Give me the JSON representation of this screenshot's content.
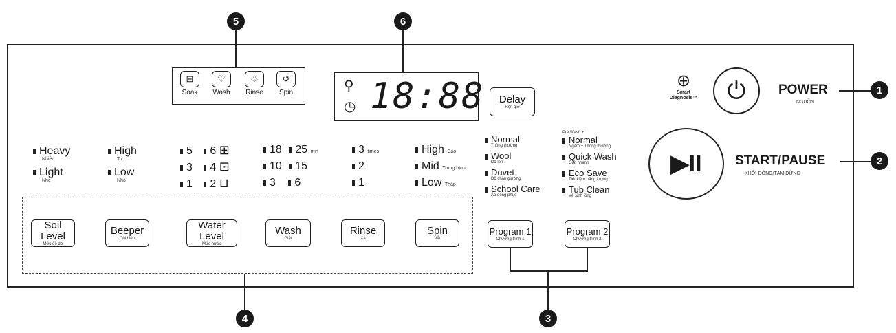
{
  "callouts": [
    "5",
    "6",
    "1",
    "2",
    "4",
    "3"
  ],
  "modes": [
    {
      "label": "Soak",
      "icon": "soak-icon",
      "glyph": "⊟"
    },
    {
      "label": "Wash",
      "icon": "wash-icon",
      "glyph": "♡"
    },
    {
      "label": "Rinse",
      "icon": "rinse-icon",
      "glyph": "♧"
    },
    {
      "label": "Spin",
      "icon": "spin-icon",
      "glyph": "↺"
    }
  ],
  "display": {
    "digits": "18:88",
    "lock_glyph": "⚲",
    "clock_glyph": "◷"
  },
  "delay": {
    "label": "Delay",
    "sub": "Hẹn giờ"
  },
  "soil": [
    {
      "label": "Heavy",
      "sub": "Nhiều"
    },
    {
      "label": "Light",
      "sub": "Nhẹ"
    }
  ],
  "beeper": [
    {
      "label": "High",
      "sub": "To"
    },
    {
      "label": "Low",
      "sub": "Nhỏ"
    }
  ],
  "water_level": [
    {
      "a": "5",
      "b": "6",
      "icon": "⊞"
    },
    {
      "a": "3",
      "b": "4",
      "icon": "⊡"
    },
    {
      "a": "1",
      "b": "2",
      "icon": "⊔"
    }
  ],
  "wash_time": [
    {
      "a": "18",
      "b": "25",
      "unit": "min"
    },
    {
      "a": "10",
      "b": "15",
      "unit": ""
    },
    {
      "a": "3",
      "b": "6",
      "unit": ""
    }
  ],
  "rinse": [
    {
      "label": "3",
      "unit": "times"
    },
    {
      "label": "2",
      "unit": ""
    },
    {
      "label": "1",
      "unit": ""
    }
  ],
  "spin": [
    {
      "label": "High",
      "sub": "Cao"
    },
    {
      "label": "Mid",
      "sub": "Trung bình"
    },
    {
      "label": "Low",
      "sub": "Thấp"
    }
  ],
  "buttons": [
    {
      "label": "Soil Level",
      "sub": "Mức độ dơ"
    },
    {
      "label": "Beeper",
      "sub": "Còi hiệu"
    },
    {
      "label": "Water Level",
      "sub": "Mức nước"
    },
    {
      "label": "Wash",
      "sub": "Giặt"
    },
    {
      "label": "Rinse",
      "sub": "Xả"
    },
    {
      "label": "Spin",
      "sub": "Vắt"
    }
  ],
  "program1": {
    "label": "Program 1",
    "sub": "Chương trình 1",
    "options": [
      {
        "label": "Normal",
        "sub": "Thông thường"
      },
      {
        "label": "Wool",
        "sub": "Đồ len"
      },
      {
        "label": "Duvet",
        "sub": "Đồ chăn giường"
      },
      {
        "label": "School Care",
        "sub": "Áo đồng phục"
      }
    ]
  },
  "program2": {
    "label": "Program 2",
    "sub": "Chương trình 2",
    "options": [
      {
        "label": "Normal",
        "pre": "Pre Wash +",
        "sub": "Ngâm + Thông thường"
      },
      {
        "label": "Quick Wash",
        "sub": "Giặt nhanh"
      },
      {
        "label": "Eco Save",
        "sub": "Tiết kiệm năng lượng"
      },
      {
        "label": "Tub Clean",
        "sub": "Vệ sinh lồng"
      }
    ]
  },
  "smart": {
    "line1": "Smart",
    "line2": "Diagnosis™"
  },
  "power": {
    "label": "POWER",
    "sub": "NGUỒN",
    "glyph": "⏻"
  },
  "start": {
    "label": "START/PAUSE",
    "sub": "KHỞI ĐỘNG/TẠM DỪNG",
    "glyph": "▶II"
  }
}
